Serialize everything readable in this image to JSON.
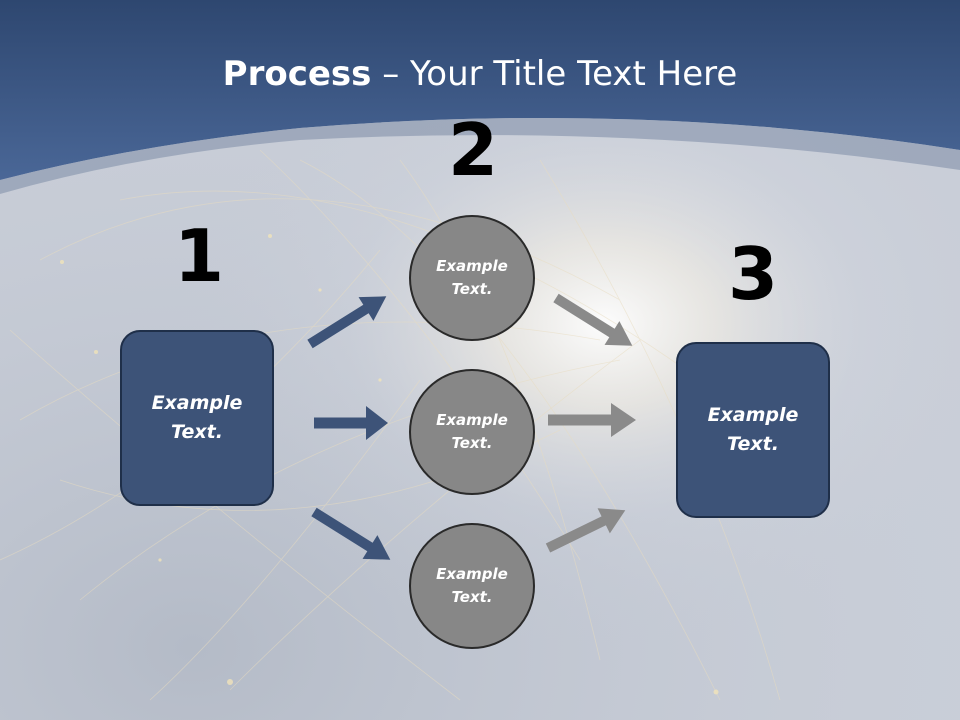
{
  "slide": {
    "title_bold": "Process",
    "title_dash": " – ",
    "title_rest": "Your Title Text Here"
  },
  "steps": {
    "step1_number": "1",
    "step2_number": "2",
    "step3_number": "3"
  },
  "boxes": {
    "left_text": "Example Text.",
    "right_text": "Example Text."
  },
  "circles": {
    "top_text": "Example Text.",
    "middle_text": "Example Text.",
    "bottom_text": "Example Text."
  },
  "colors": {
    "header_blue": "#3d5a8a",
    "box_fill": "#3d5378",
    "circle_fill": "#878787",
    "arrow_blue": "#3d5378",
    "arrow_gray": "#8a8a8a"
  }
}
